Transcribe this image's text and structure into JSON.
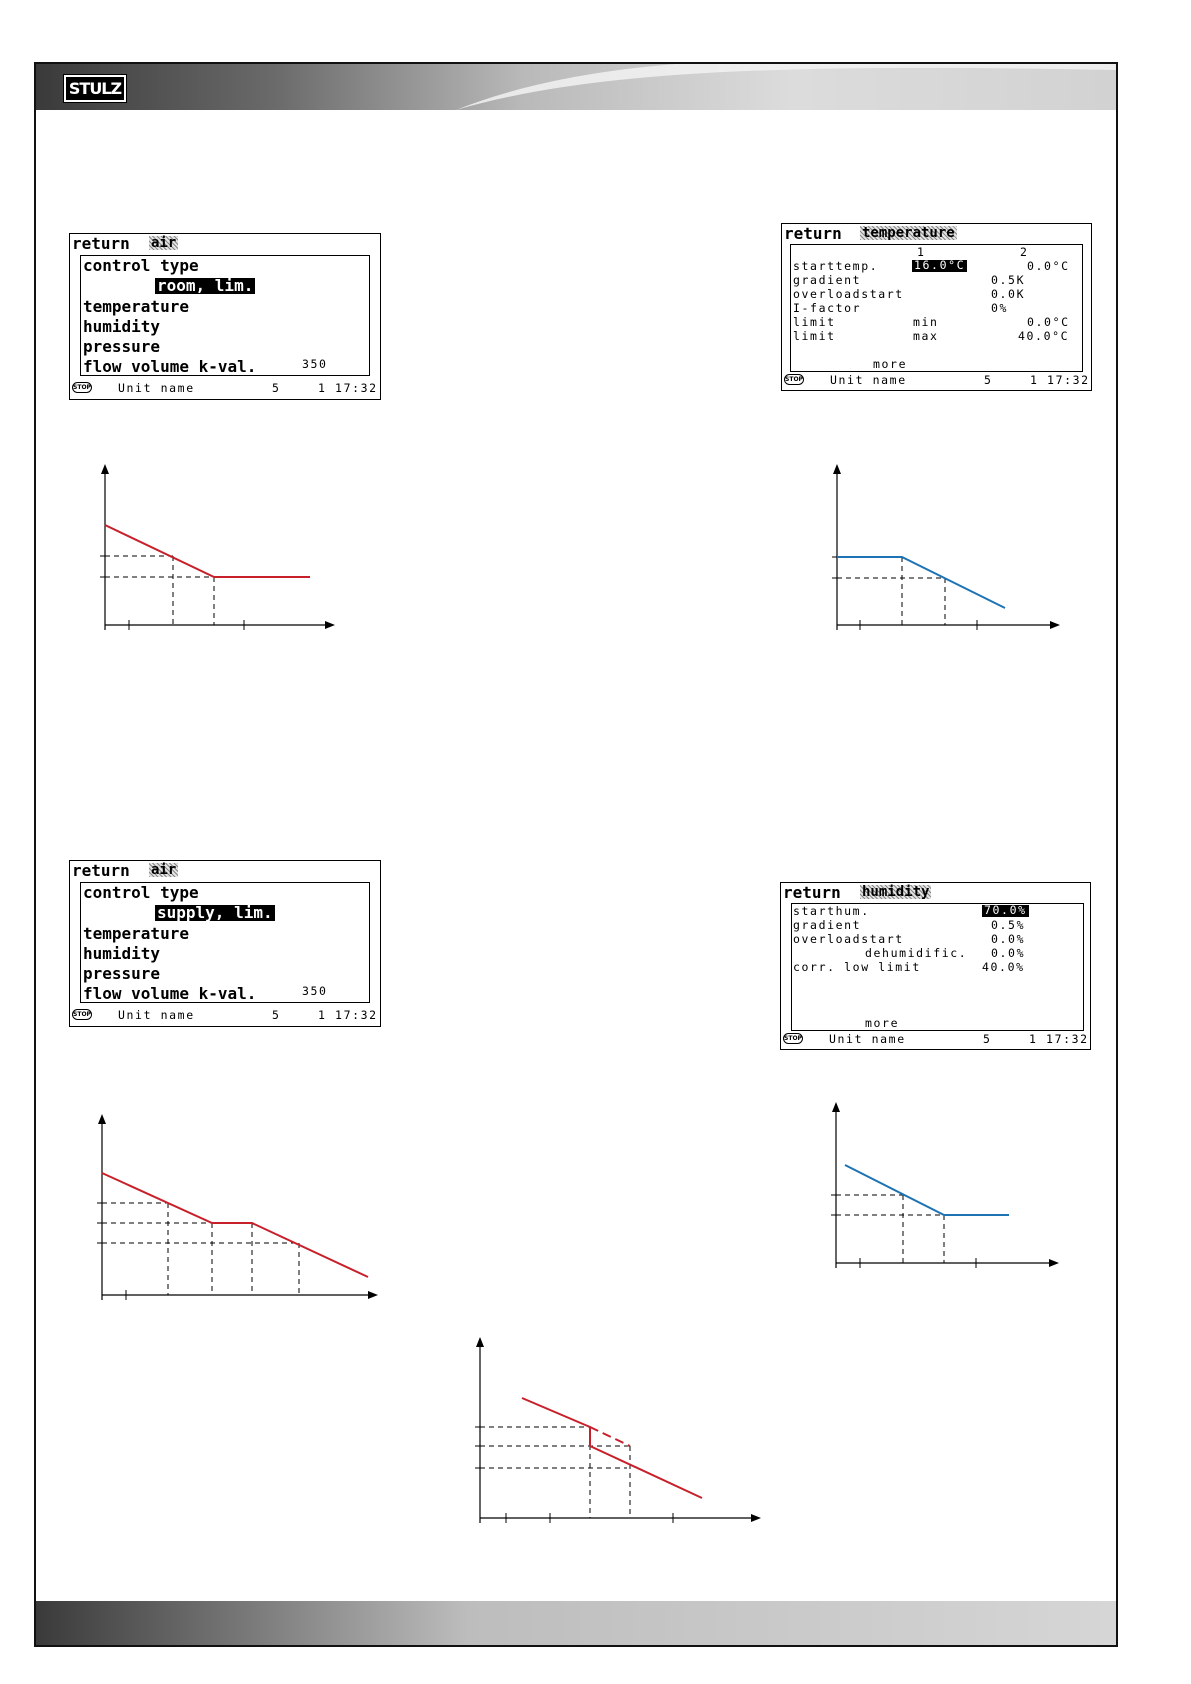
{
  "header": {
    "logo_text": "STULZ"
  },
  "colors": {
    "red_curve": "#c8202a",
    "blue_curve": "#1e73b4",
    "lcd_border": "#000000"
  },
  "screens": [
    {
      "id": "room-lim",
      "title": "return",
      "tab": "air",
      "rows": [
        "control type",
        "temperature",
        "humidity",
        "pressure",
        "flow volume k-val."
      ],
      "selected_value": "room, lim.",
      "value": "350",
      "status": {
        "unit": "Unit name",
        "number": "5",
        "time": "1 17:32"
      }
    },
    {
      "id": "temperature",
      "title": "return",
      "tab": "temperature",
      "col_headers": [
        "1",
        "2"
      ],
      "lines": [
        {
          "label": "starttemp.",
          "v1": "16.0°C",
          "v2": "0.0°C"
        },
        {
          "label": "gradient",
          "v1": "0.5K",
          "v2": ""
        },
        {
          "label": "overloadstart",
          "v1": "0.0K",
          "v2": ""
        },
        {
          "label": "I-factor",
          "v1": "0%",
          "v2": ""
        },
        {
          "label": "limit",
          "mid": "min",
          "v2": "0.0°C"
        },
        {
          "label": "limit",
          "mid": "max",
          "v2": "40.0°C"
        }
      ],
      "more": "more",
      "status": {
        "unit": "Unit name",
        "number": "5",
        "time": "1 17:32"
      }
    },
    {
      "id": "supply-lim",
      "title": "return",
      "tab": "air",
      "rows": [
        "control type",
        "temperature",
        "humidity",
        "pressure",
        "flow volume k-val."
      ],
      "selected_value": "supply, lim.",
      "value": "350",
      "status": {
        "unit": "Unit name",
        "number": "5",
        "time": "1 17:32"
      }
    },
    {
      "id": "humidity",
      "title": "return",
      "tab": "humidity",
      "lines": [
        {
          "label": "starthum.",
          "value": "70.0%"
        },
        {
          "label": "gradient",
          "value": "0.5%"
        },
        {
          "label": "overloadstart",
          "value": "0.0%"
        },
        {
          "label": "dehumidific.",
          "value": "0.0%"
        },
        {
          "label": "corr. low limit",
          "value": "40.0%"
        }
      ],
      "more": "more",
      "status": {
        "unit": "Unit name",
        "number": "5",
        "time": "1 17:32"
      }
    }
  ],
  "graphs": [
    {
      "id": "graph-room-lim",
      "color": "red_curve",
      "shape": "falling then flat"
    },
    {
      "id": "graph-temperature",
      "color": "blue_curve",
      "shape": "flat then falling"
    },
    {
      "id": "graph-supply-lim",
      "color": "red_curve",
      "shape": "falling, flat, falling"
    },
    {
      "id": "graph-humidity",
      "color": "blue_curve",
      "shape": "falling then flat"
    },
    {
      "id": "graph-step",
      "color": "red_curve",
      "shape": "falling with step"
    }
  ]
}
